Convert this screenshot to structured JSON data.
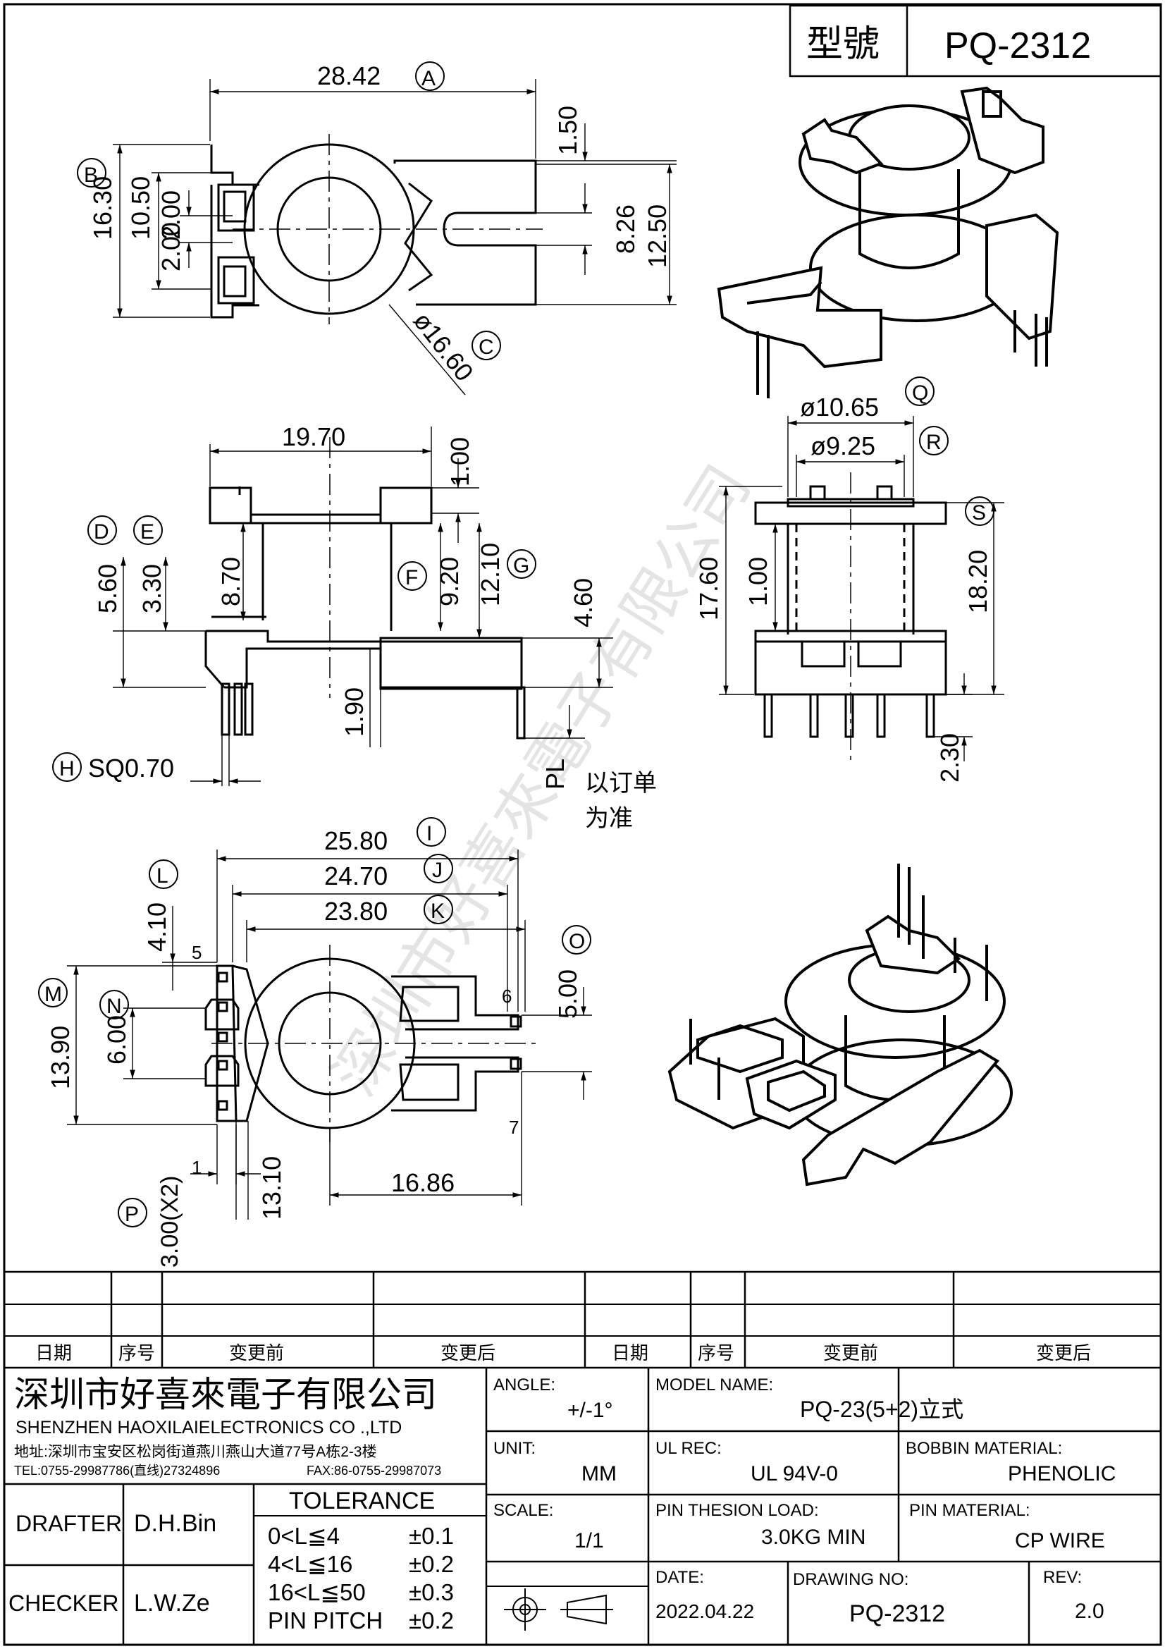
{
  "title_block": {
    "model_label": "型號",
    "model_value": "PQ-2312"
  },
  "dimensions": {
    "A": "28.42",
    "A_tag": "A",
    "B": "16.30",
    "B_tag": "B",
    "d1050": "10.50",
    "d200a": "2.00",
    "d200b": "2.00",
    "d150": "1.50",
    "d826": "8.26",
    "d1250": "12.50",
    "C": "ø16.60",
    "C_tag": "C",
    "d1970": "19.70",
    "d100a": "1.00",
    "D": "5.60",
    "D_tag": "D",
    "E": "3.30",
    "E_tag": "E",
    "d870": "8.70",
    "F": "9.20",
    "F_tag": "F",
    "G": "12.10",
    "G_tag": "G",
    "d460": "4.60",
    "d190": "1.90",
    "H": "SQ0.70",
    "H_tag": "H",
    "PL": "PL",
    "PL_note_1": "以订单",
    "PL_note_2": "为准",
    "Q": "ø10.65",
    "Q_tag": "Q",
    "R": "ø9.25",
    "R_tag": "R",
    "S": "18.20",
    "S_tag": "S",
    "d1760": "17.60",
    "d100b": "1.00",
    "d230": "2.30",
    "I": "25.80",
    "I_tag": "I",
    "J": "24.70",
    "J_tag": "J",
    "K": "23.80",
    "K_tag": "K",
    "L": "4.10",
    "L_tag": "L",
    "M": "13.90",
    "M_tag": "M",
    "N": "6.00",
    "N_tag": "N",
    "O": "5.00",
    "O_tag": "O",
    "P": "3.00(X2)",
    "P_tag": "P",
    "d1310": "13.10",
    "d1686": "16.86",
    "pin5": "5",
    "pin6": "6",
    "pin7": "7",
    "pin1": "1"
  },
  "watermark": "深圳市好喜來電子有限公司",
  "revision_table": {
    "headers": [
      "日期",
      "序号",
      "变更前",
      "变更后",
      "日期",
      "序号",
      "变更前",
      "变更后"
    ]
  },
  "company": {
    "name_cn": "深圳市好喜來電子有限公司",
    "name_en": "SHENZHEN HAOXILAIELECTRONICS CO .,LTD",
    "address": "地址:深圳市宝安区松岗街道燕川燕山大道77号A栋2-3楼",
    "tel": "TEL:0755-29987786(直线)27324896",
    "fax": "FAX:86-0755-29987073"
  },
  "people": {
    "drafter_label": "DRAFTER",
    "drafter": "D.H.Bin",
    "checker_label": "CHECKER",
    "checker": "L.W.Ze"
  },
  "tolerance": {
    "title": "TOLERANCE",
    "rows": [
      {
        "range": "0<L≦4",
        "value": "±0.1"
      },
      {
        "range": "4<L≦16",
        "value": "±0.2"
      },
      {
        "range": "16<L≦50",
        "value": "±0.3"
      },
      {
        "range": "PIN PITCH",
        "value": "±0.2"
      }
    ]
  },
  "specs": {
    "angle_label": "ANGLE:",
    "angle": "+/-1°",
    "unit_label": "UNIT:",
    "unit": "MM",
    "scale_label": "SCALE:",
    "scale": "1/1",
    "model_name_label": "MODEL NAME:",
    "model_name": "PQ-23(5+2)立式",
    "ul_rec_label": "UL REC:",
    "ul_rec": "UL 94V-0",
    "bobbin_label": "BOBBIN MATERIAL:",
    "bobbin": "PHENOLIC",
    "pin_load_label": "PIN THESION LOAD:",
    "pin_load": "3.0KG MIN",
    "pin_material_label": "PIN MATERIAL:",
    "pin_material": "CP  WIRE",
    "date_label": "DATE:",
    "date": "2022.04.22",
    "drawing_no_label": "DRAWING NO:",
    "drawing_no": "PQ-2312",
    "rev_label": "REV:",
    "rev": "2.0"
  }
}
